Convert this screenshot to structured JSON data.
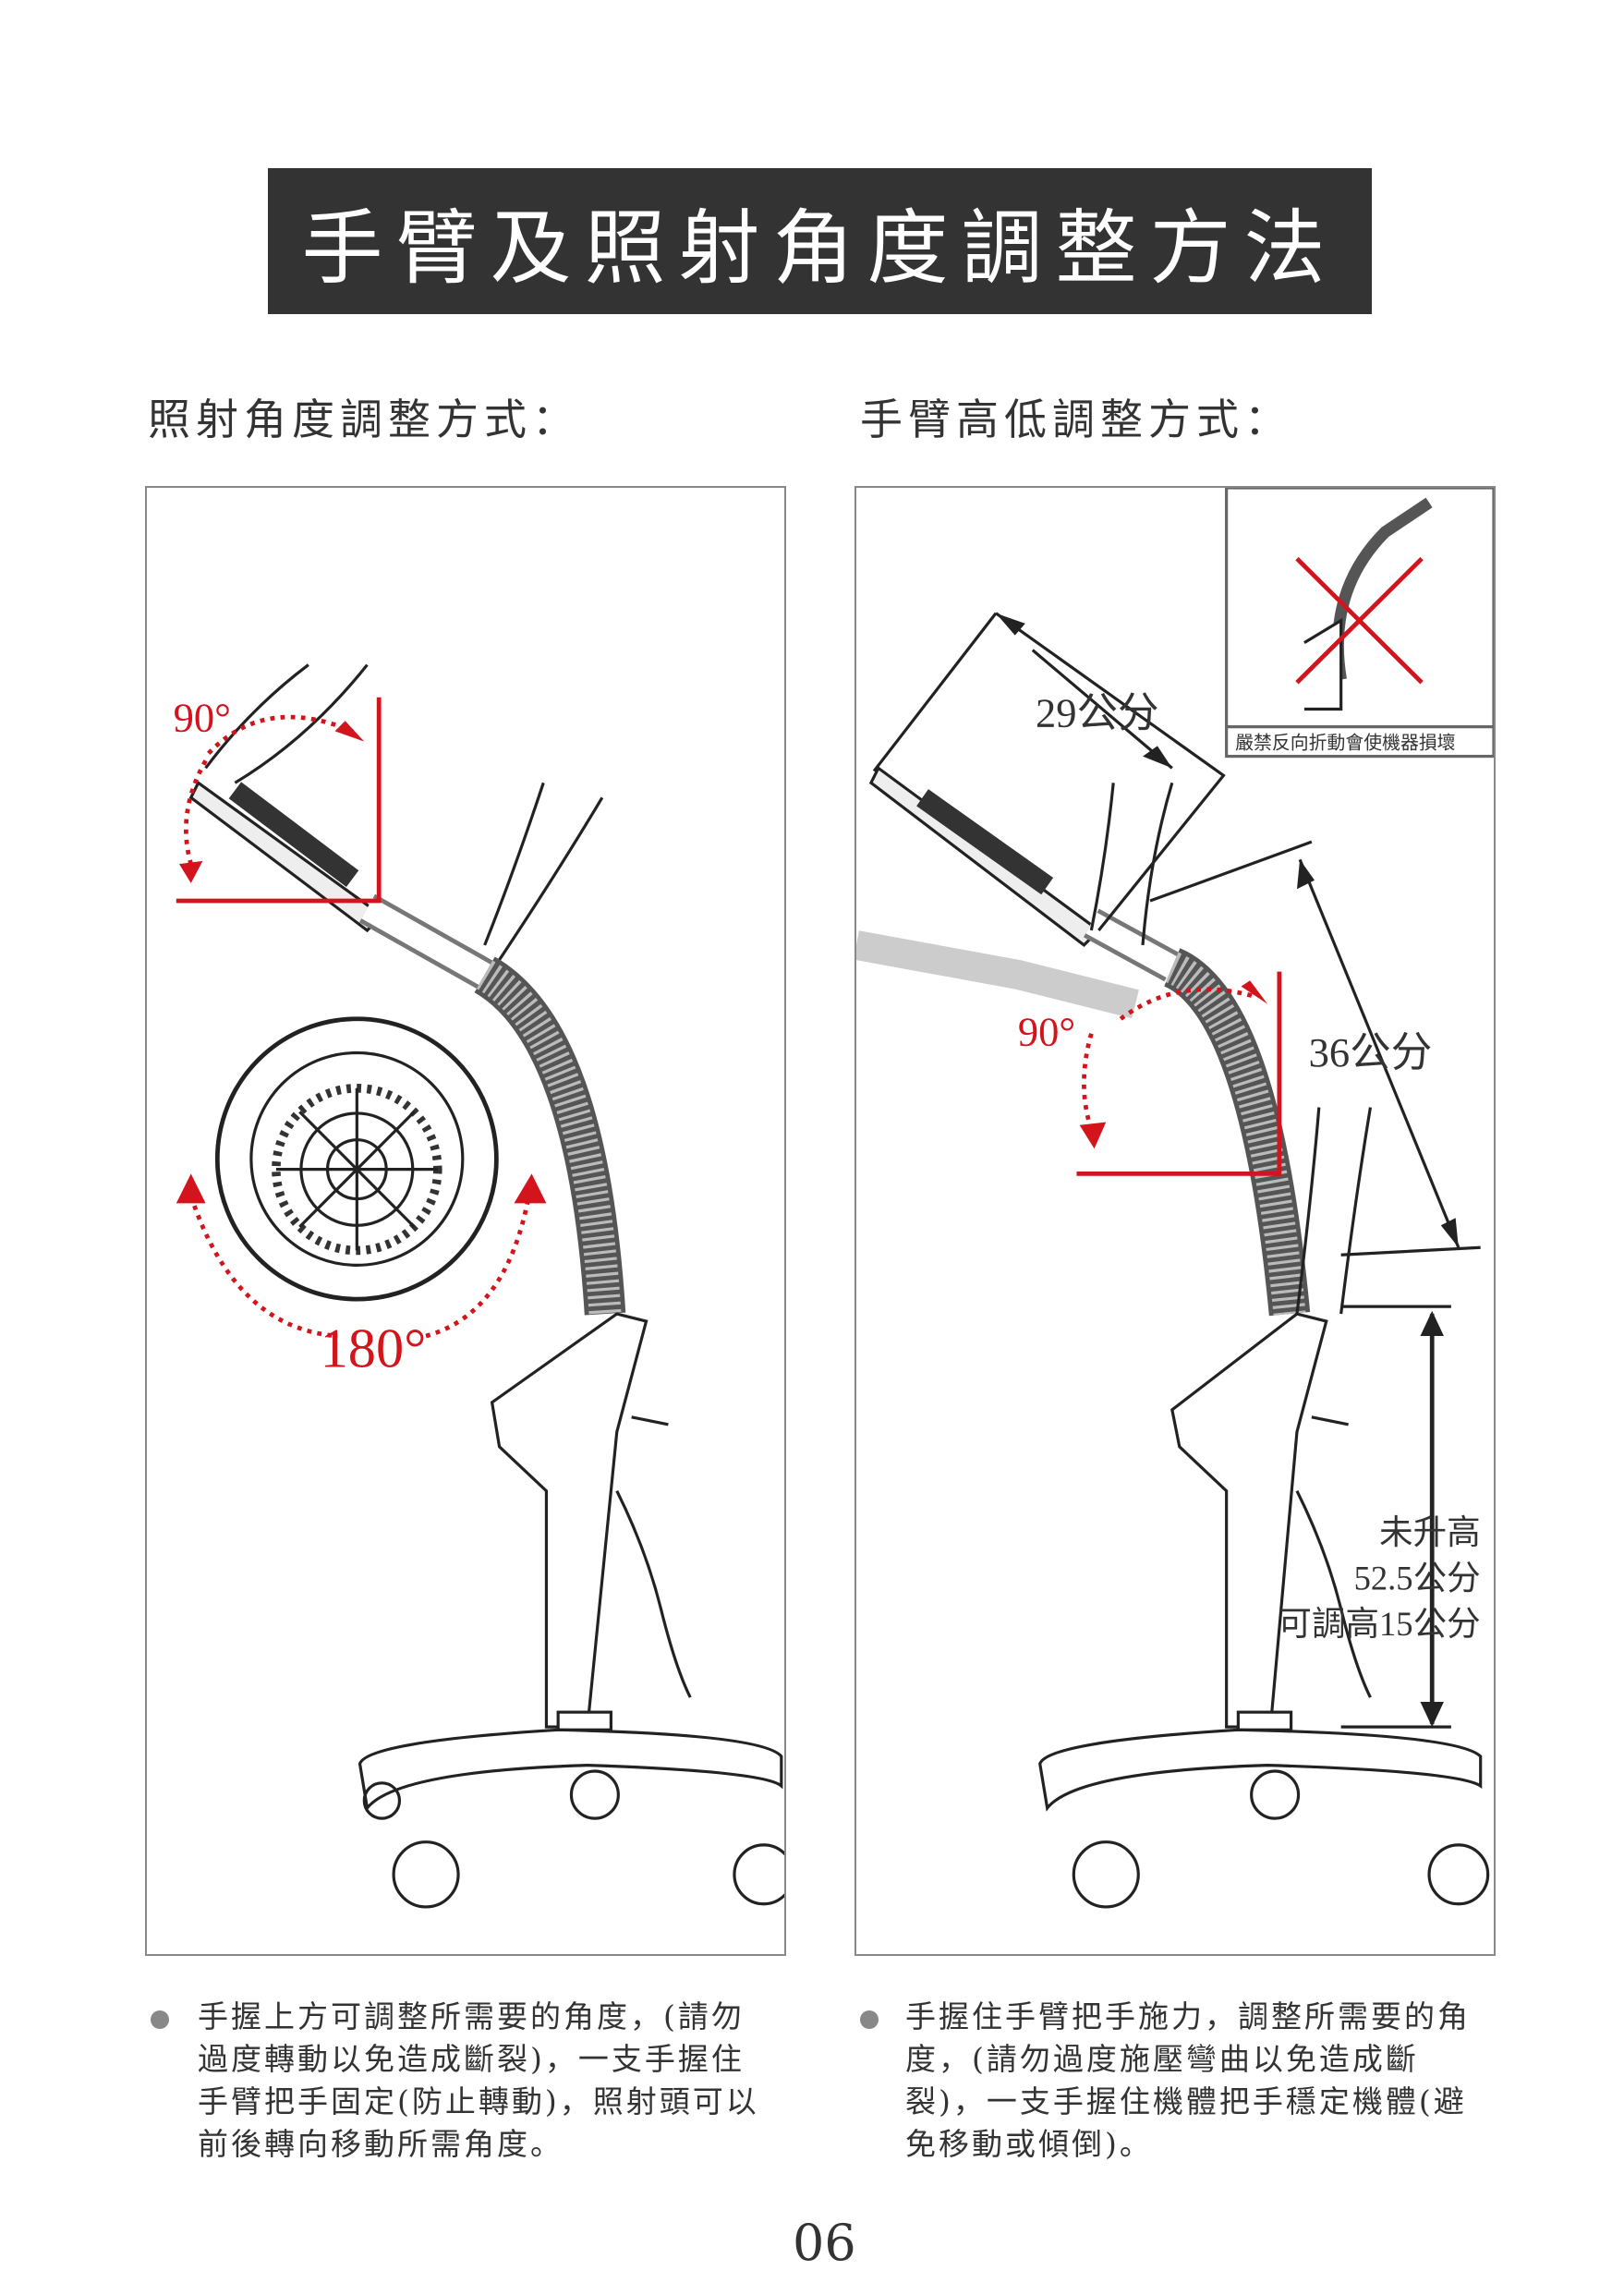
{
  "title": "手臂及照射角度調整方法",
  "left_section": {
    "heading": "照射角度調整方式：",
    "angle_label_1": "90°",
    "angle_label_2": "180°",
    "note": "手握上方可調整所需要的角度，(請勿過度轉動以免造成斷裂)，一支手握住手臂把手固定(防止轉動)，照射頭可以前後轉向移動所需角度。"
  },
  "right_section": {
    "heading": "手臂高低調整方式：",
    "length_label_1": "29公分",
    "length_label_2": "36公分",
    "angle_label": "90°",
    "warning_caption": "嚴禁反向折動會使機器損壞",
    "height_label_1": "未升高",
    "height_label_2": "52.5公分",
    "height_label_3": "可調高15公分",
    "note": "手握住手臂把手施力，調整所需要的角度，(請勿過度施壓彎曲以免造成斷裂)，一支手握住機體把手穩定機體(避免移動或傾倒)。"
  },
  "page_number": "06",
  "colors": {
    "accent": "#d4141c",
    "title_bg": "#333333"
  }
}
